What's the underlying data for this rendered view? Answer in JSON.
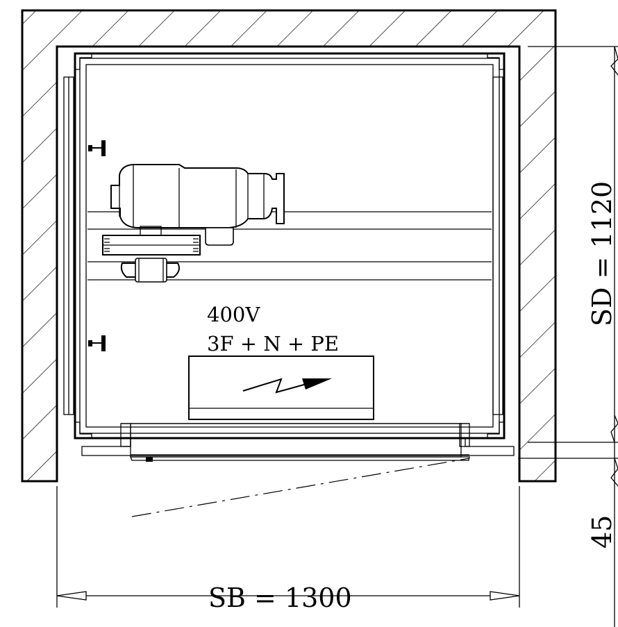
{
  "labels": {
    "voltage": "400V",
    "phases": "3F + N + PE",
    "shaft_width": "SB = 1300",
    "shaft_depth": "SD = 1120",
    "offset": "45"
  }
}
